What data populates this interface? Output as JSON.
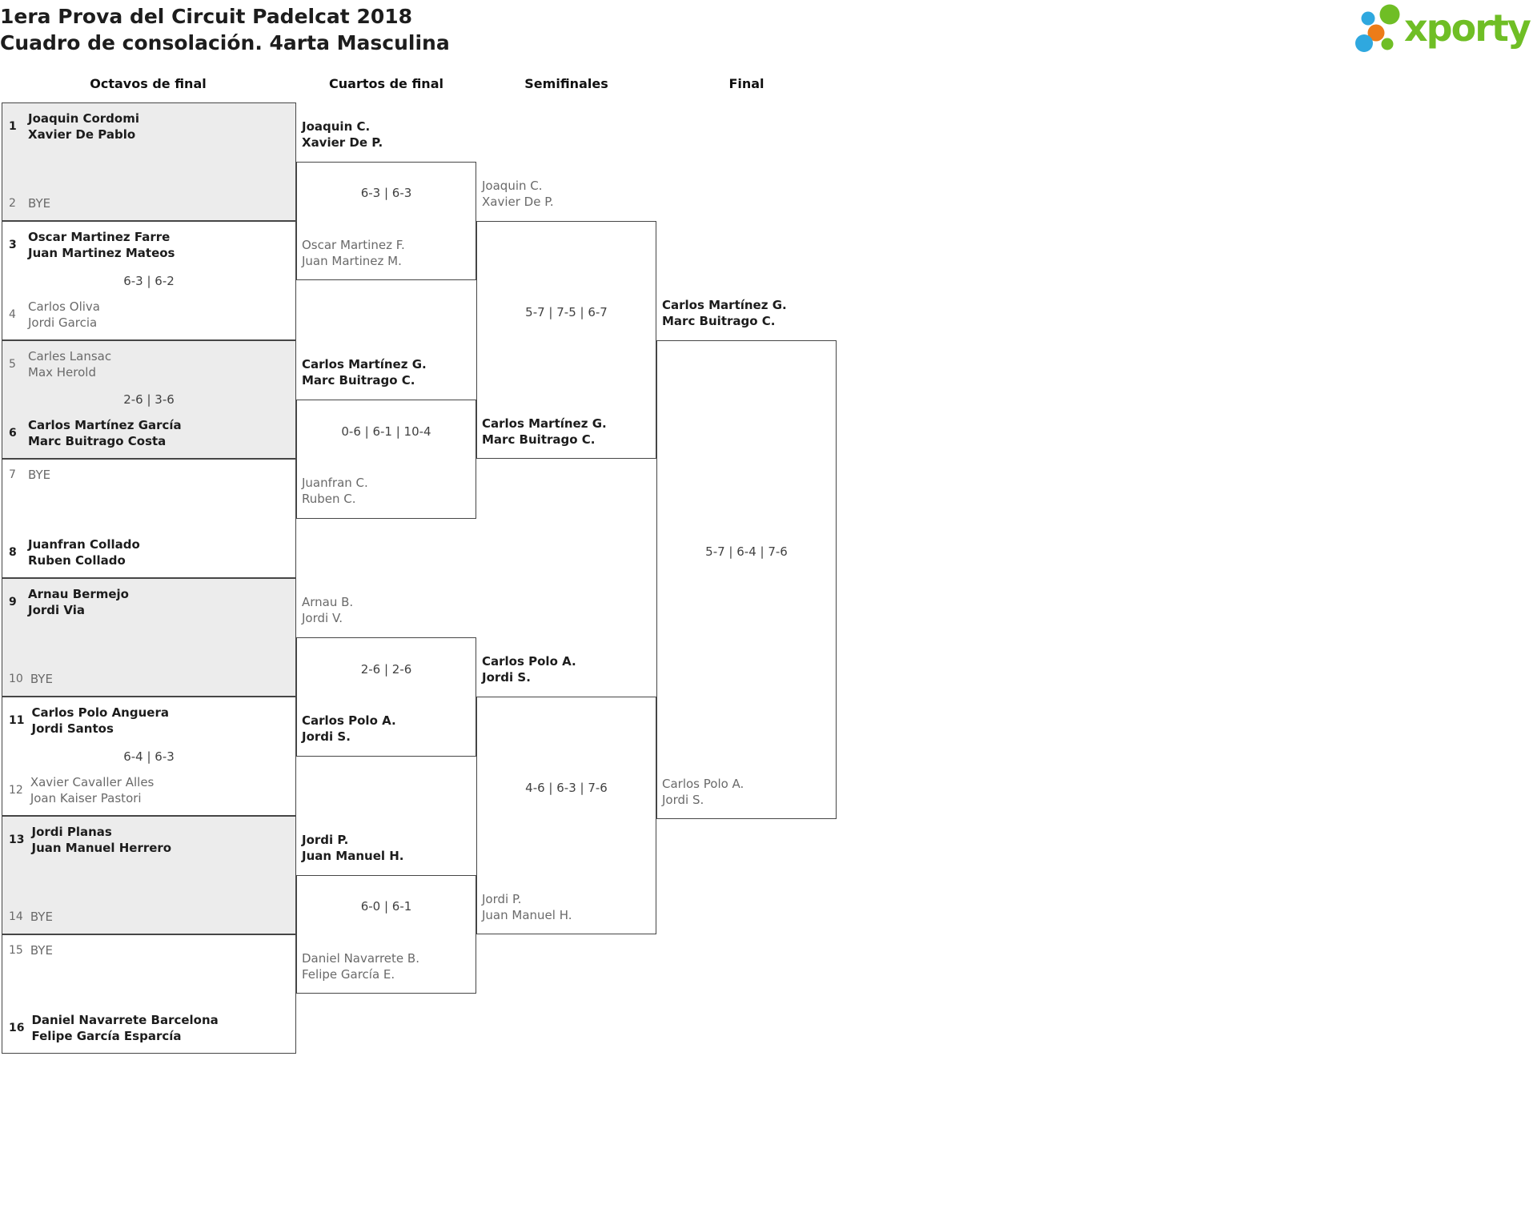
{
  "page": {
    "title_line1": "1era Prova del Circuit Padelcat 2018",
    "title_line2": "Cuadro de consolación. 4arta Masculina"
  },
  "logo": {
    "text": "xporty",
    "green": "#6fbe25",
    "blue": "#2fa8df",
    "orange": "#ec7c18"
  },
  "colors": {
    "box_border": "#464646",
    "box_fill_alt": "#ececec",
    "winner_text": "#1c1c1c",
    "loser_text": "#6a6a6a",
    "score_text": "#414141"
  },
  "columns": [
    "Octavos de final",
    "Cuartos de final",
    "Semifinales",
    "Final"
  ],
  "bracket": {
    "r16": [
      {
        "top": {
          "seed": "1",
          "players": [
            "Joaquin Cordomi",
            "Xavier De Pablo"
          ],
          "winner": true
        },
        "bottom": {
          "seed": "2",
          "players": [
            "BYE"
          ],
          "winner": false
        },
        "score": ""
      },
      {
        "top": {
          "seed": "3",
          "players": [
            "Oscar Martinez Farre",
            "Juan Martinez Mateos"
          ],
          "winner": true
        },
        "bottom": {
          "seed": "4",
          "players": [
            "Carlos Oliva",
            "Jordi Garcia"
          ],
          "winner": false
        },
        "score": "6-3 | 6-2"
      },
      {
        "top": {
          "seed": "5",
          "players": [
            "Carles Lansac",
            "Max Herold"
          ],
          "winner": false
        },
        "bottom": {
          "seed": "6",
          "players": [
            "Carlos Martínez García",
            "Marc Buitrago Costa"
          ],
          "winner": true
        },
        "score": "2-6 | 3-6"
      },
      {
        "top": {
          "seed": "7",
          "players": [
            "BYE"
          ],
          "winner": false
        },
        "bottom": {
          "seed": "8",
          "players": [
            "Juanfran Collado",
            "Ruben Collado"
          ],
          "winner": true
        },
        "score": ""
      },
      {
        "top": {
          "seed": "9",
          "players": [
            "Arnau Bermejo",
            "Jordi Via"
          ],
          "winner": true
        },
        "bottom": {
          "seed": "10",
          "players": [
            "BYE"
          ],
          "winner": false
        },
        "score": ""
      },
      {
        "top": {
          "seed": "11",
          "players": [
            "Carlos Polo Anguera",
            "Jordi Santos"
          ],
          "winner": true
        },
        "bottom": {
          "seed": "12",
          "players": [
            "Xavier Cavaller Alles",
            "Joan Kaiser Pastori"
          ],
          "winner": false
        },
        "score": "6-4 | 6-3"
      },
      {
        "top": {
          "seed": "13",
          "players": [
            "Jordi Planas",
            "Juan Manuel Herrero"
          ],
          "winner": true
        },
        "bottom": {
          "seed": "14",
          "players": [
            "BYE"
          ],
          "winner": false
        },
        "score": ""
      },
      {
        "top": {
          "seed": "15",
          "players": [
            "BYE"
          ],
          "winner": false
        },
        "bottom": {
          "seed": "16",
          "players": [
            "Daniel Navarrete Barcelona",
            "Felipe García Esparcía"
          ],
          "winner": true
        },
        "score": ""
      }
    ],
    "qf": [
      {
        "top": {
          "players": [
            "Joaquin C.",
            "Xavier De P."
          ],
          "winner": true
        },
        "bottom": {
          "players": [
            "Oscar Martinez F.",
            "Juan Martinez M."
          ],
          "winner": false
        },
        "score": "6-3 | 6-3"
      },
      {
        "top": {
          "players": [
            "Carlos Martínez G.",
            "Marc Buitrago C."
          ],
          "winner": true
        },
        "bottom": {
          "players": [
            "Juanfran C.",
            "Ruben C."
          ],
          "winner": false
        },
        "score": "0-6 | 6-1 | 10-4"
      },
      {
        "top": {
          "players": [
            "Arnau B.",
            "Jordi V."
          ],
          "winner": false
        },
        "bottom": {
          "players": [
            "Carlos Polo A.",
            "Jordi S."
          ],
          "winner": true
        },
        "score": "2-6 | 2-6"
      },
      {
        "top": {
          "players": [
            "Jordi P.",
            "Juan Manuel H."
          ],
          "winner": true
        },
        "bottom": {
          "players": [
            "Daniel Navarrete B.",
            "Felipe García E."
          ],
          "winner": false
        },
        "score": "6-0 | 6-1"
      }
    ],
    "sf": [
      {
        "top": {
          "players": [
            "Joaquin C.",
            "Xavier De P."
          ],
          "winner": false
        },
        "bottom": {
          "players": [
            "Carlos Martínez G.",
            "Marc Buitrago C."
          ],
          "winner": true
        },
        "score": "5-7 | 7-5 | 6-7"
      },
      {
        "top": {
          "players": [
            "Carlos Polo A.",
            "Jordi S."
          ],
          "winner": true
        },
        "bottom": {
          "players": [
            "Jordi P.",
            "Juan Manuel H."
          ],
          "winner": false
        },
        "score": "4-6 | 6-3 | 7-6"
      }
    ],
    "final": {
      "top": {
        "players": [
          "Carlos Martínez G.",
          "Marc Buitrago C."
        ],
        "winner": true
      },
      "bottom": {
        "players": [
          "Carlos Polo A.",
          "Jordi S."
        ],
        "winner": false
      },
      "score": "5-7 | 6-4 | 7-6"
    }
  }
}
